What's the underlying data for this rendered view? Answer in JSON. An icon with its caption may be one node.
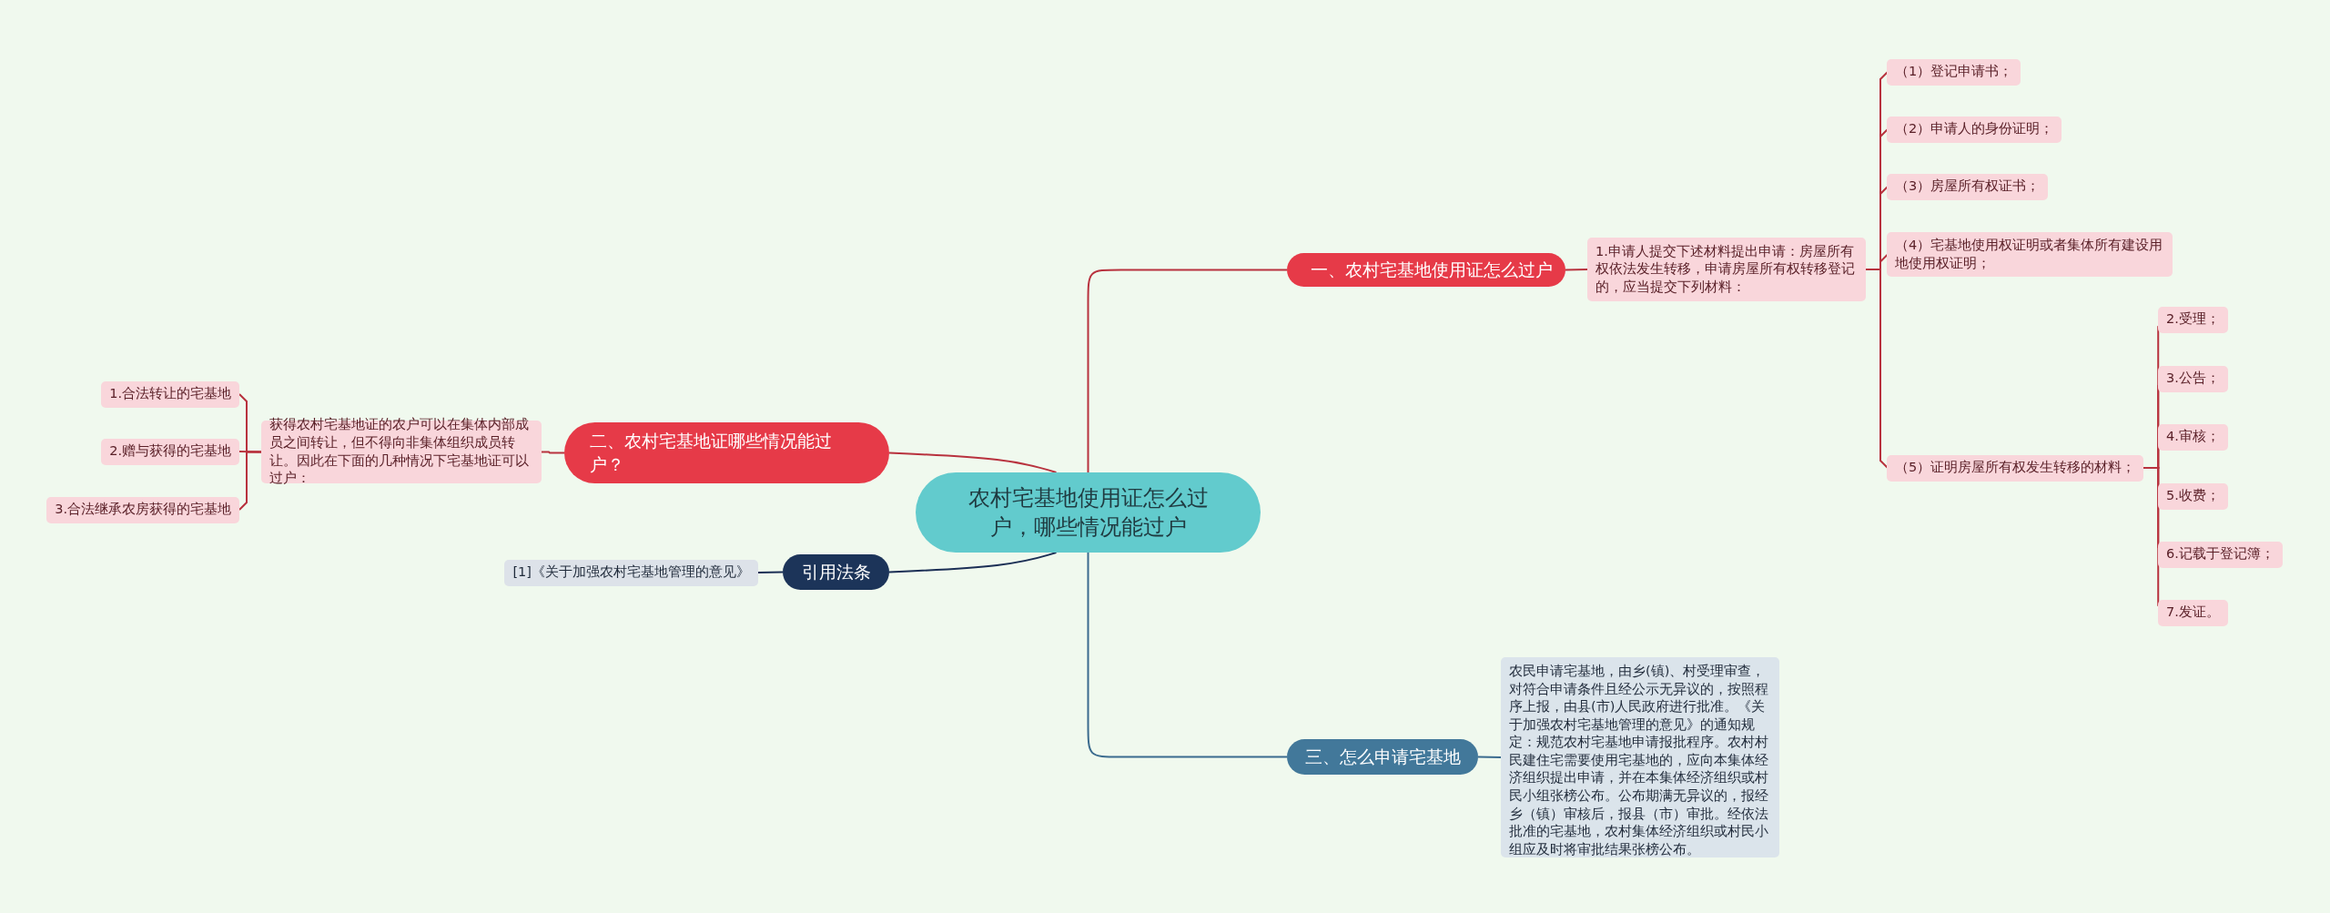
{
  "diagram": {
    "nodes": [
      {
        "text": [
          "农村宅基地使用证怎么过户，哪些情况能过户"
        ]
      },
      {
        "text": [
          "一、农村宅基地使用证怎么过户"
        ]
      },
      {
        "text": [
          "1.申请人提交下述材料提出申请：房屋所有权依法发生转移，申请房屋所有权转移登记的，应当提交下列材料："
        ]
      },
      {
        "text": [
          "（1）登记申请书；"
        ]
      },
      {
        "text": [
          "（2）申请人的身份证明；"
        ]
      },
      {
        "text": [
          "（3）房屋所有权证书；"
        ]
      },
      {
        "text": [
          "（4）宅基地使用权证明或者集体所有建设用地使用权证明；"
        ]
      },
      {
        "text": [
          "（5）证明房屋所有权发生转移的材料；"
        ]
      },
      {
        "text": [
          "2.受理；"
        ]
      },
      {
        "text": [
          "3.公告；"
        ]
      },
      {
        "text": [
          "4.审核；"
        ]
      },
      {
        "text": [
          "5.收费；"
        ]
      },
      {
        "text": [
          "6.记载于登记簿；"
        ]
      },
      {
        "text": [
          "7.发证。"
        ]
      },
      {
        "text": [
          "二、农村宅基地证哪些情况能过户？"
        ]
      },
      {
        "text": [
          "获得农村宅基地证的农户可以在集体内部成员之间转让，但不得向非集体组织成员转让。因此在下面的几种情况下宅基地证可以过户："
        ]
      },
      {
        "text": [
          "1.合法转让的宅基地"
        ]
      },
      {
        "text": [
          "2.赠与获得的宅基地"
        ]
      },
      {
        "text": [
          "3.合法继承农房获得的宅基地"
        ]
      },
      {
        "text": [
          "引用法条"
        ]
      },
      {
        "text": [
          "[1]《关于加强农村宅基地管理的意见》"
        ]
      },
      {
        "text": [
          "三、怎么申请宅基地"
        ]
      },
      {
        "text": [
          "农民申请宅基地，由乡(镇)、村受理审查，对符合申请条件且经公示无异议的，按照程序上报，由县(市)人民政府进行批准。《关于加强农村宅基地管理的意见》的通知规定：规范农村宅基地申请报批程序。农村村民建住宅需要使用宅基地的，应向本集体经济组织提出申请，并在本集体经济组织或村民小组张榜公布。公布期满无异议的，报经乡（镇）审核后，报县（市）审批。经依法批准的宅基地，农村集体经济组织或村民小组应及时将审批结果张榜公布。"
        ]
      }
    ],
    "edges": [
      {
        "from": 0,
        "to": 1,
        "arrow": "none"
      },
      {
        "from": 1,
        "to": 2,
        "arrow": "none"
      },
      {
        "from": 2,
        "to": 3,
        "arrow": "none"
      },
      {
        "from": 2,
        "to": 4,
        "arrow": "none"
      },
      {
        "from": 2,
        "to": 5,
        "arrow": "none"
      },
      {
        "from": 2,
        "to": 6,
        "arrow": "none"
      },
      {
        "from": 2,
        "to": 7,
        "arrow": "none"
      },
      {
        "from": 7,
        "to": 8,
        "arrow": "none"
      },
      {
        "from": 7,
        "to": 9,
        "arrow": "none"
      },
      {
        "from": 7,
        "to": 10,
        "arrow": "none"
      },
      {
        "from": 7,
        "to": 11,
        "arrow": "none"
      },
      {
        "from": 7,
        "to": 12,
        "arrow": "none"
      },
      {
        "from": 7,
        "to": 13,
        "arrow": "none"
      },
      {
        "from": 0,
        "to": 14,
        "arrow": "none"
      },
      {
        "from": 14,
        "to": 15,
        "arrow": "none"
      },
      {
        "from": 15,
        "to": 16,
        "arrow": "none"
      },
      {
        "from": 15,
        "to": 17,
        "arrow": "none"
      },
      {
        "from": 15,
        "to": 18,
        "arrow": "none"
      },
      {
        "from": 0,
        "to": 19,
        "arrow": "none",
        "color": "#1b2f55"
      },
      {
        "from": 19,
        "to": 20,
        "arrow": "none",
        "color": "#1b2f55"
      },
      {
        "from": 0,
        "to": 21,
        "arrow": "none",
        "color": "#3b6b8e"
      },
      {
        "from": 21,
        "to": 22,
        "arrow": "none",
        "color": "#3b6b8e"
      }
    ]
  }
}
